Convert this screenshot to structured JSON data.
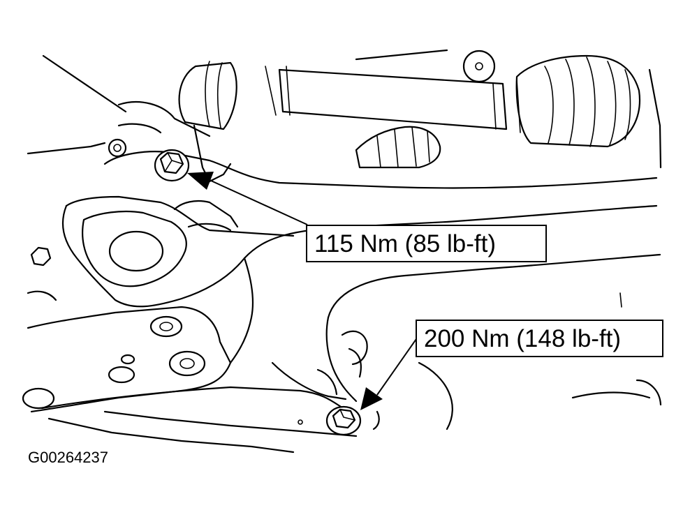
{
  "torque_specs": [
    {
      "label": "115 Nm (85 lb-ft)"
    },
    {
      "label": "200 Nm (148 lb-ft)"
    }
  ],
  "figure_id": "G00264237"
}
